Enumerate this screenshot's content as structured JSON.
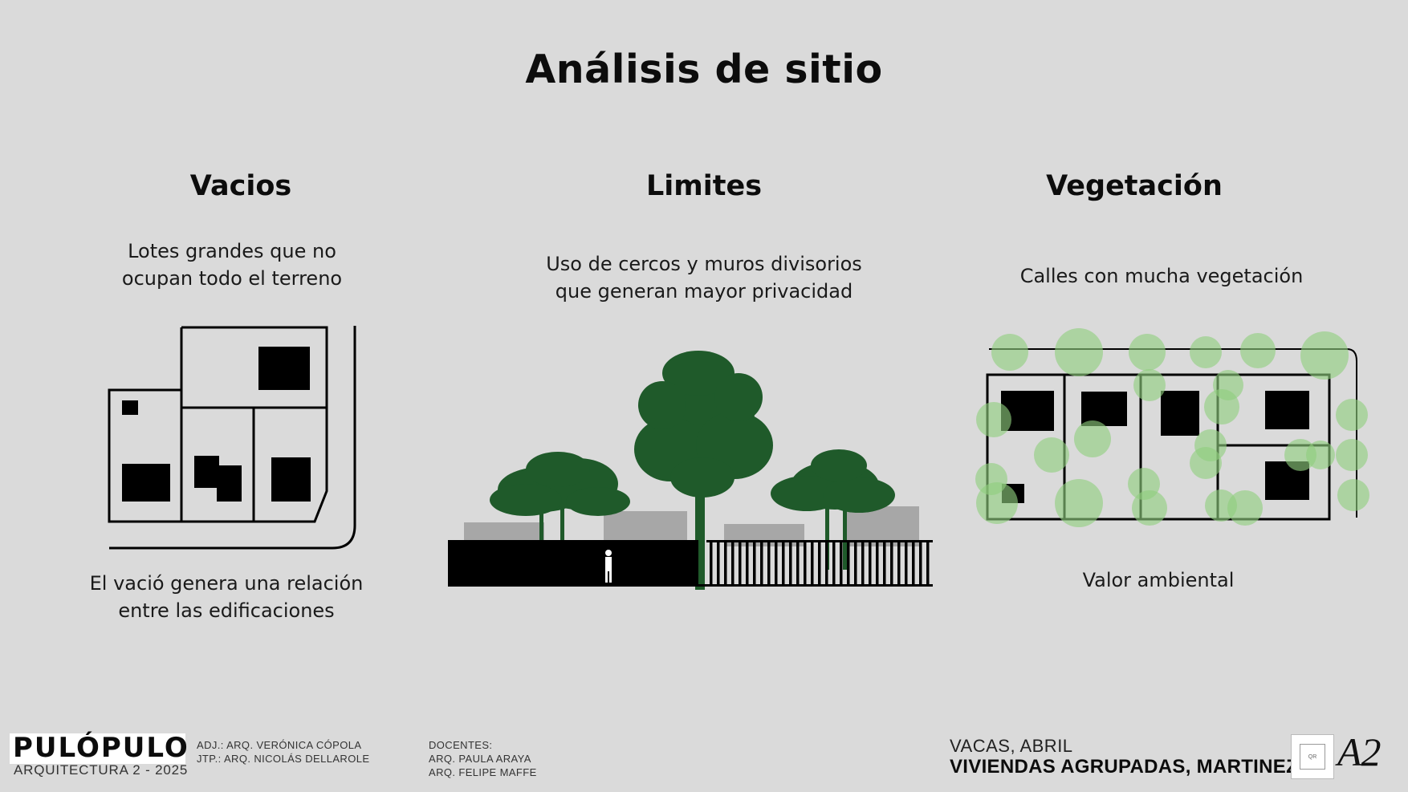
{
  "page": {
    "title": "Análisis de sitio"
  },
  "columns": [
    {
      "heading": "Vacios",
      "description": [
        "Lotes grandes que no",
        "ocupan todo el terreno"
      ],
      "caption": [
        "El vació genera una relación",
        "entre las edificaciones"
      ]
    },
    {
      "heading": "Limites",
      "description": [
        "Uso de cercos y muros divisorios",
        "que generan mayor privacidad"
      ]
    },
    {
      "heading": "Vegetación",
      "description": [
        "Calles con mucha vegetación"
      ],
      "caption": [
        "Valor ambiental"
      ]
    }
  ],
  "footer": {
    "brand": "PULÓPULO",
    "brand_sub": "ARQUITECTURA 2 - 2025",
    "staff": [
      "ADJ.: ARQ. VERÓNICA CÓPOLA",
      "JTP.: ARQ. NICOLÁS DELLAROLE"
    ],
    "teachers": [
      "DOCENTES:",
      "ARQ. PAULA ARAYA",
      "ARQ. FELIPE MAFFE"
    ],
    "student": "VACAS, ABRIL",
    "project": "VIVIENDAS AGRUPADAS, MARTINEZ",
    "qr_label": "QR",
    "badge": "A2"
  },
  "colors": {
    "background": "#dadada",
    "tree": "#1f5a2a",
    "vegetation": "#8fcf7e",
    "wall": "#000000",
    "neighbor_building": "#a7a7a7"
  },
  "icons": [
    "plan-vacios-icon",
    "section-limites-icon",
    "plan-vegetacion-icon",
    "person-silhouette-icon",
    "qr-code-icon"
  ]
}
